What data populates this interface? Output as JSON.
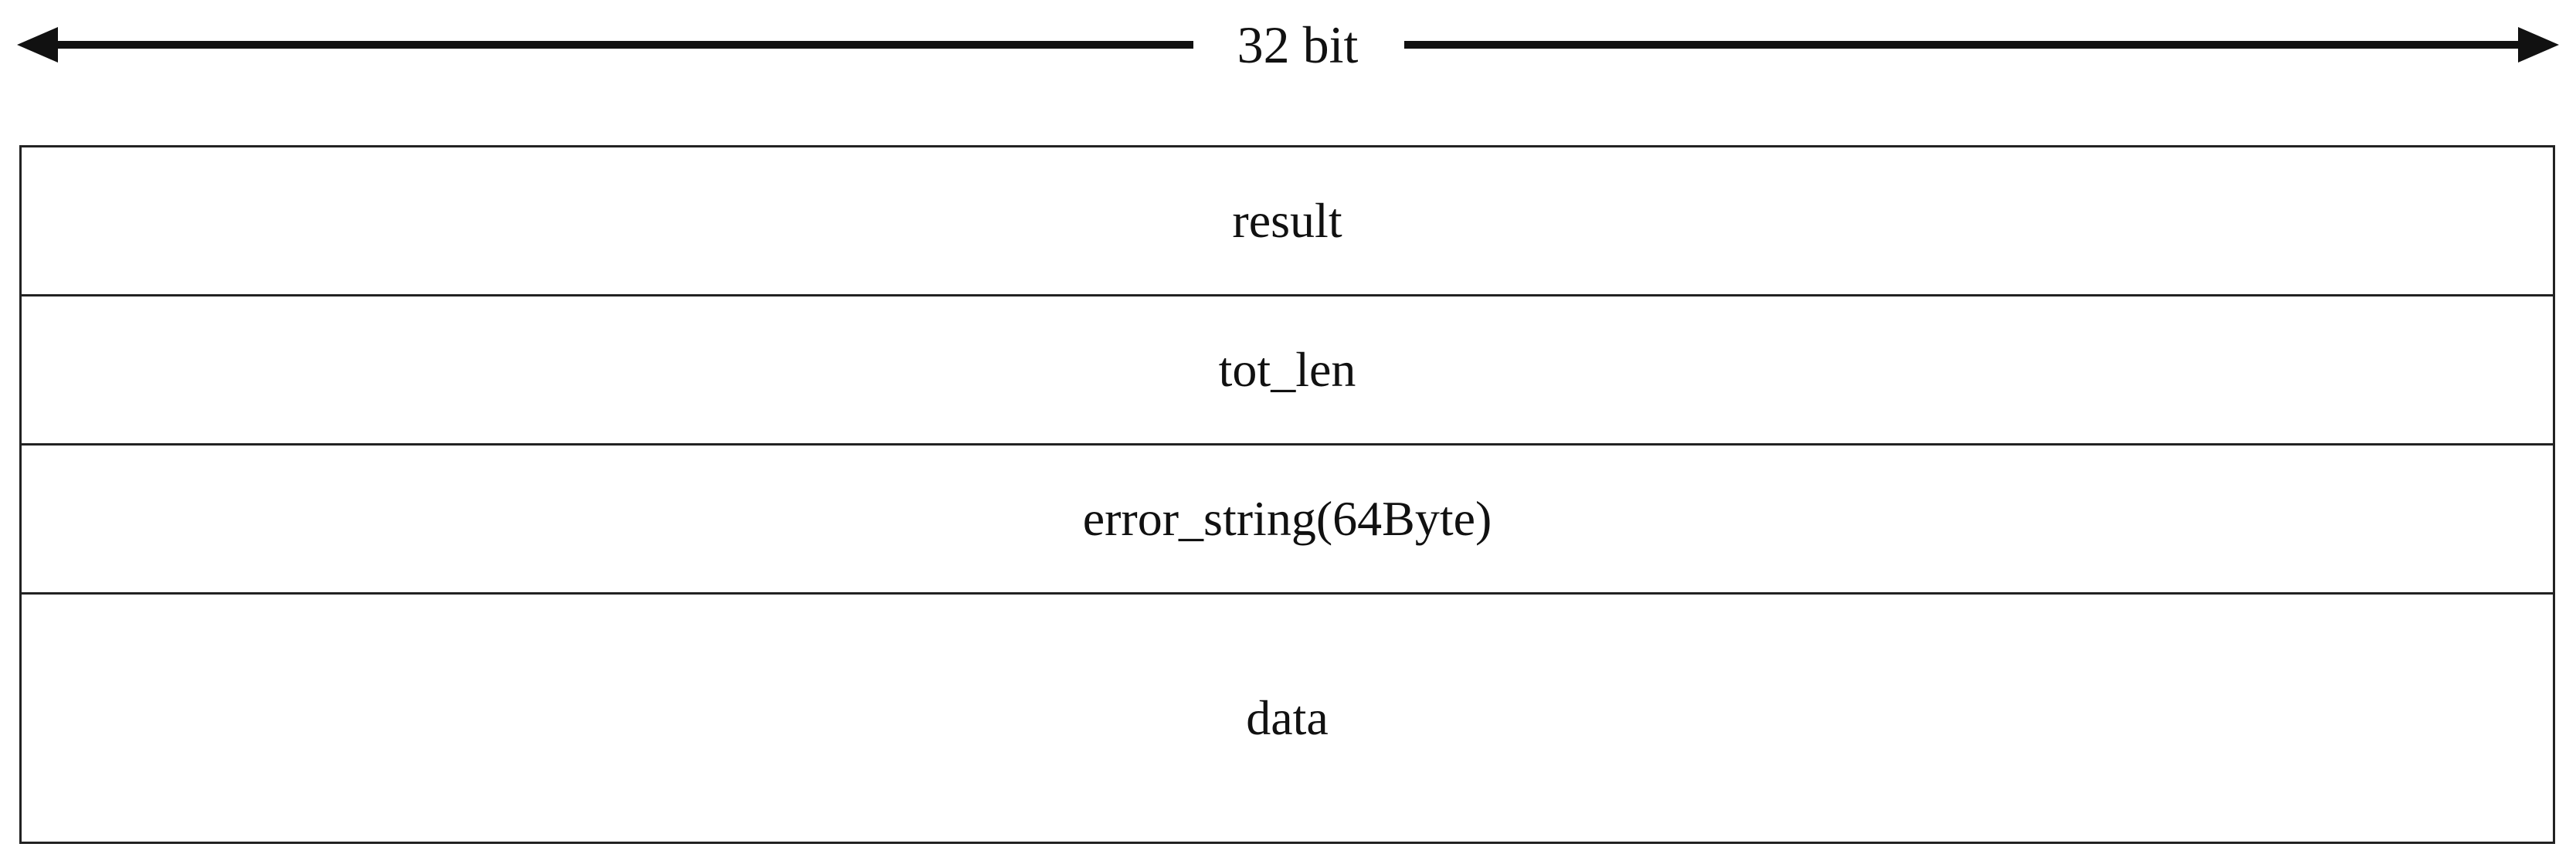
{
  "width_indicator": {
    "label": "32 bit"
  },
  "fields": [
    {
      "label": "result"
    },
    {
      "label": "tot_len"
    },
    {
      "label": "error_string(64Byte)"
    },
    {
      "label": "data"
    }
  ]
}
